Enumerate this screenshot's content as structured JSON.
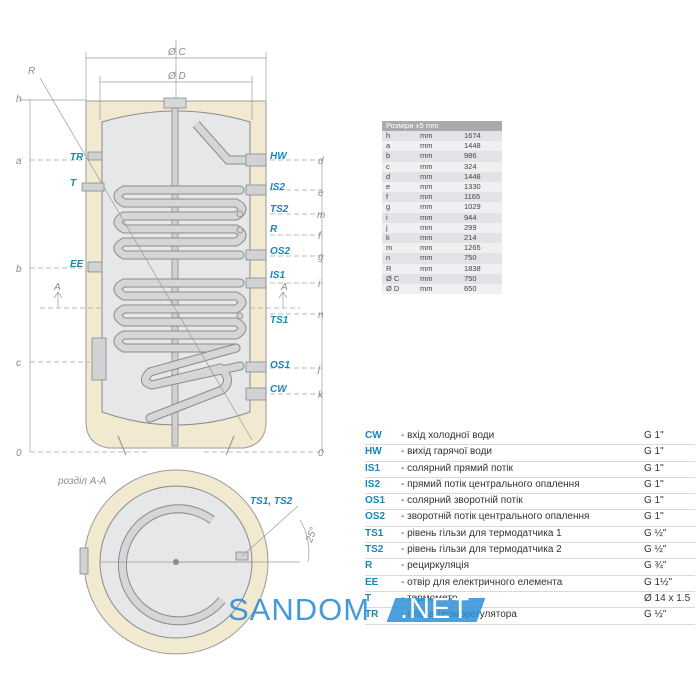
{
  "diagram": {
    "dimension_labels": {
      "oc": "Ø C",
      "od": "Ø D",
      "r": "R",
      "h": "h",
      "a": "a",
      "b": "b",
      "c": "c",
      "zero_left": "0",
      "d": "d",
      "e": "e",
      "m": "m",
      "f": "f",
      "g": "g",
      "i": "i",
      "n": "n",
      "j": "j",
      "k": "k",
      "zero_right": "0",
      "section_a": "A",
      "section_angle": "25°"
    },
    "connection_labels": {
      "tr": "TR",
      "t": "T",
      "ee": "EE",
      "hw": "HW",
      "is2": "IS2",
      "ts2": "TS2",
      "r": "R",
      "os2": "OS2",
      "is1": "IS1",
      "ts1": "TS1",
      "os1": "OS1",
      "cw": "CW",
      "section_ts": "TS1, TS2"
    },
    "section_title": "розділ А-А"
  },
  "dimensions_table": {
    "header": "Розміри ±5 mm",
    "rows": [
      {
        "key": "h",
        "unit": "mm",
        "value": "1674"
      },
      {
        "key": "a",
        "unit": "mm",
        "value": "1448"
      },
      {
        "key": "b",
        "unit": "mm",
        "value": "986"
      },
      {
        "key": "c",
        "unit": "mm",
        "value": "324"
      },
      {
        "key": "d",
        "unit": "mm",
        "value": "1448"
      },
      {
        "key": "e",
        "unit": "mm",
        "value": "1330"
      },
      {
        "key": "f",
        "unit": "mm",
        "value": "1165"
      },
      {
        "key": "g",
        "unit": "mm",
        "value": "1029"
      },
      {
        "key": "i",
        "unit": "mm",
        "value": "944"
      },
      {
        "key": "j",
        "unit": "mm",
        "value": "299"
      },
      {
        "key": "k",
        "unit": "mm",
        "value": "214"
      },
      {
        "key": "m",
        "unit": "mm",
        "value": "1265"
      },
      {
        "key": "n",
        "unit": "mm",
        "value": "750"
      },
      {
        "key": "R",
        "unit": "mm",
        "value": "1838"
      },
      {
        "key": "Ø C",
        "unit": "mm",
        "value": "750"
      },
      {
        "key": "Ø D",
        "unit": "mm",
        "value": "650"
      }
    ]
  },
  "legend": [
    {
      "code": "CW",
      "desc": "- вхід холодної води",
      "size": "G 1\""
    },
    {
      "code": "HW",
      "desc": "- вихід гарячої води",
      "size": "G 1\""
    },
    {
      "code": "IS1",
      "desc": "- солярний прямий потік",
      "size": "G 1\""
    },
    {
      "code": "IS2",
      "desc": "- прямий потік центрального опалення",
      "size": "G 1\""
    },
    {
      "code": "OS1",
      "desc": "- солярний зворотній потік",
      "size": "G 1\""
    },
    {
      "code": "OS2",
      "desc": "- зворотній потік центрального опалення",
      "size": "G 1\""
    },
    {
      "code": "TS1",
      "desc": "- рівень гільзи для термодатчика 1",
      "size": "G ½\""
    },
    {
      "code": "TS2",
      "desc": "- рівень гільзи для термодатчика 2",
      "size": "G ½\""
    },
    {
      "code": "R",
      "desc": "- рециркуляція",
      "size": "G ¾\""
    },
    {
      "code": "EE",
      "desc": "- отвір для електричного елемента",
      "size": "G 1½\""
    },
    {
      "code": "T",
      "desc": "- термометр",
      "size": "Ø 14 x 1.5"
    },
    {
      "code": "TR",
      "desc": "- гільза терморегулятора",
      "size": "G ½\""
    }
  ],
  "watermark": {
    "text": "SANDOM",
    "suffix": ".NET"
  },
  "colors": {
    "insulation": "#f1ead0",
    "tank": "#e6e7e8",
    "accent": "#1a86b8",
    "coil": "#d4d6d8"
  }
}
